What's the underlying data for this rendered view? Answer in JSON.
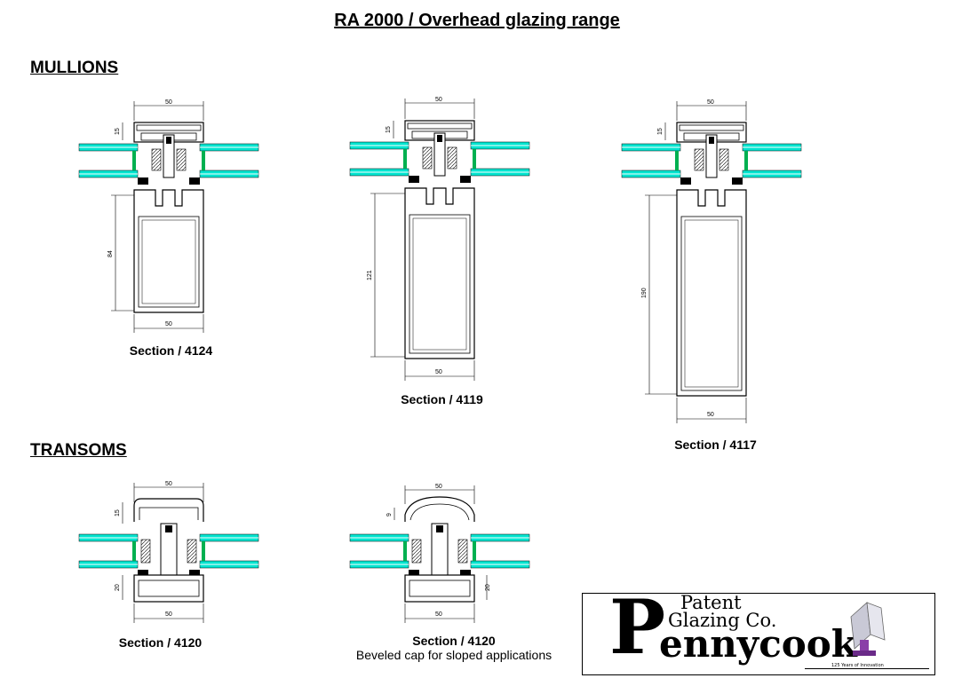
{
  "title": "RA 2000 / Overhead glazing range",
  "headings": {
    "mullions": "MULLIONS",
    "transoms": "TRANSOMS"
  },
  "captions": {
    "s4124": "Section / 4124",
    "s4119": "Section / 4119",
    "s4117": "Section / 4117",
    "t4120": "Section / 4120",
    "t4120b": "Section / 4120",
    "t4120b_note": "Beveled cap for sloped applications"
  },
  "dimensions": {
    "w50": "50",
    "cap15": "15",
    "cap9": "9",
    "h84": "84",
    "h121": "121",
    "h190": "190",
    "h20": "20",
    "h20b": "20"
  },
  "logo": {
    "initial": "P",
    "line1": "Patent",
    "line2": "Glazing Co.",
    "line3": "ennycook",
    "tagline": "125 Years of Innovation"
  },
  "colors": {
    "glass": "#00e5d0",
    "gasket": "#00b050",
    "line": "#000000"
  }
}
